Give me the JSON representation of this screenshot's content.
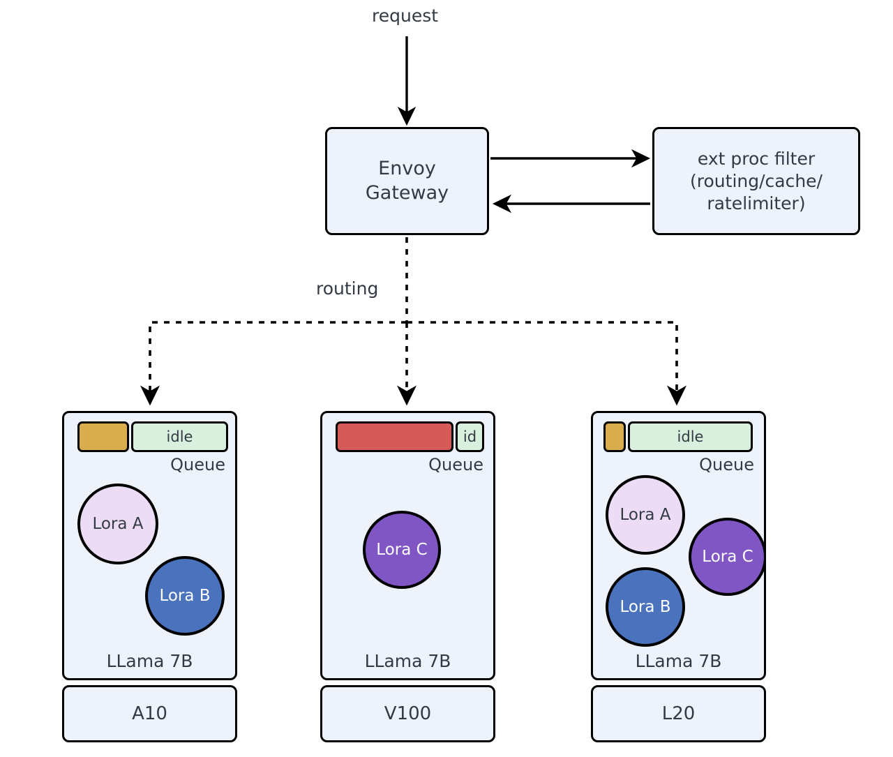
{
  "diagram": {
    "title": "LLM gateway routing architecture",
    "colors": {
      "node_fill": "#eef2fb",
      "node_stroke": "#000000",
      "text": "#333a44",
      "queue_busy_gold": "#d9ad4e",
      "queue_busy_red": "#d45b57",
      "queue_idle_green": "#d9f0de",
      "lora_a_fill": "#ecdcf5",
      "lora_b_fill": "#4a72bd",
      "lora_c_fill": "#7f56c4"
    },
    "labels": {
      "request": "request",
      "routing": "routing"
    },
    "nodes": {
      "envoy": "Envoy\nGateway",
      "envoy_line1": "Envoy",
      "envoy_line2": "Gateway",
      "extproc_line1": "ext proc filter",
      "extproc_line2": "(routing/cache/",
      "extproc_line3": "ratelimiter)"
    },
    "pods": [
      {
        "id": "pod-1",
        "model": "LLama 7B",
        "queue_label": "Queue",
        "gpu": "A10",
        "queue_segments": [
          {
            "name": "busy",
            "label": "",
            "color": "#d9ad4e",
            "width": 74
          },
          {
            "name": "idle",
            "label": "idle",
            "color": "#d9f0de",
            "width": 139
          }
        ],
        "loras": [
          {
            "name": "Lora A",
            "fill": "#ecdcf5",
            "text_color": "#333a44"
          },
          {
            "name": "Lora B",
            "fill": "#4a72bd",
            "text_color": "#ffffff"
          }
        ]
      },
      {
        "id": "pod-2",
        "model": "LLama 7B",
        "queue_label": "Queue",
        "gpu": "V100",
        "queue_segments": [
          {
            "name": "busy",
            "label": "",
            "color": "#d45b57",
            "width": 169
          },
          {
            "name": "idle",
            "label": "id",
            "color": "#d9f0de",
            "width": 41
          }
        ],
        "loras": [
          {
            "name": "Lora C",
            "fill": "#7f56c4",
            "text_color": "#ffffff"
          }
        ]
      },
      {
        "id": "pod-3",
        "model": "LLama 7B",
        "queue_label": "Queue",
        "gpu": "L20",
        "queue_segments": [
          {
            "name": "busy",
            "label": "",
            "color": "#d9ad4e",
            "width": 32
          },
          {
            "name": "idle",
            "label": "idle",
            "color": "#d9f0de",
            "width": 179
          }
        ],
        "loras": [
          {
            "name": "Lora A",
            "fill": "#ecdcf5",
            "text_color": "#333a44"
          },
          {
            "name": "Lora B",
            "fill": "#4a72bd",
            "text_color": "#ffffff"
          },
          {
            "name": "Lora C",
            "fill": "#7f56c4",
            "text_color": "#ffffff"
          }
        ]
      }
    ]
  }
}
